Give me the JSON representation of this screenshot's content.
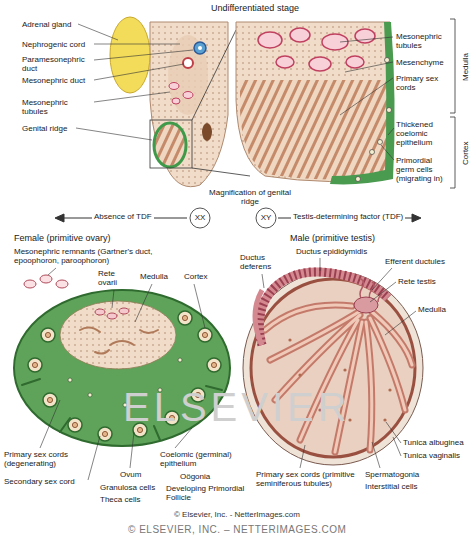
{
  "diagram": {
    "title": "Undifferentiated stage",
    "nodes": [
      {
        "text": [
          "XX"
        ]
      },
      {
        "text": [
          "XY"
        ]
      }
    ],
    "labels": [
      "Adrenal gland",
      "Nephrogenic cord",
      "Paramesonephric duct",
      "Mesonephric duct",
      "Mesonephric tubules",
      "Genital ridge",
      "Mesonephric tubules",
      "Mesenchyme",
      "Primary sex cords",
      "Thickened coelomic epithelium",
      "Primordial germ cells (migrating in)",
      "Medulla",
      "Cortex",
      "Magnification of genital ridge",
      "Absence of TDF",
      "Testis-determining factor (TDF)",
      "Female (primitive ovary)",
      "Male (primitive testis)",
      "Mesonephric remnants (Gartner's duct, epoophoron, paroophoron)",
      "Rete ovarii",
      "Medulla",
      "Cortex",
      "Ductus epididymidis",
      "Efferent ductules",
      "Ductus deferens",
      "Rete testis",
      "Medulla",
      "Primary sex cords (degenerating)",
      "Secondary sex cord",
      "Coelomic (germinal) epithelium",
      "Oögonia",
      "Ovum",
      "Granulosa cells",
      "Theca cells",
      "Developing Primordial Follicle",
      "Tunica albuginea",
      "Tunica vaginalis",
      "Primary sex cords (primitive seminiferous tubules)",
      "Spermatogonia",
      "Interstitial cells",
      "ELSEVIER",
      "© Elsevier, Inc. - NetterImages.com",
      "© ELSEVIER, INC. – NETTERIMAGES.COM"
    ]
  }
}
